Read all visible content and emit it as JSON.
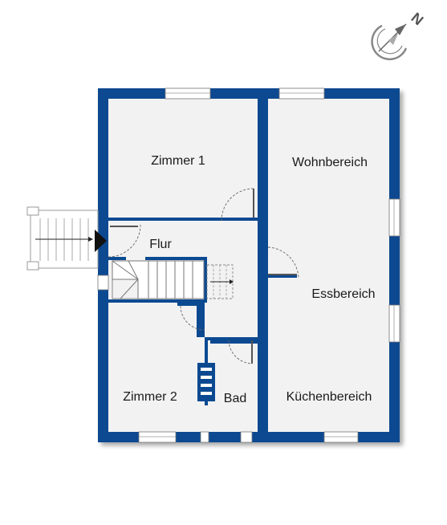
{
  "compass": {
    "letter": "N",
    "icon": "compass-icon"
  },
  "colors": {
    "wall": "#0b4a91",
    "floor": "#f2f2f2",
    "window": "#ffffff",
    "line": "#555555"
  },
  "rooms": {
    "zimmer1": "Zimmer 1",
    "wohnbereich": "Wohnbereich",
    "flur": "Flur",
    "essbereich": "Essbereich",
    "zimmer2": "Zimmer 2",
    "bad": "Bad",
    "kuechenbereich": "Küchenbereich"
  }
}
